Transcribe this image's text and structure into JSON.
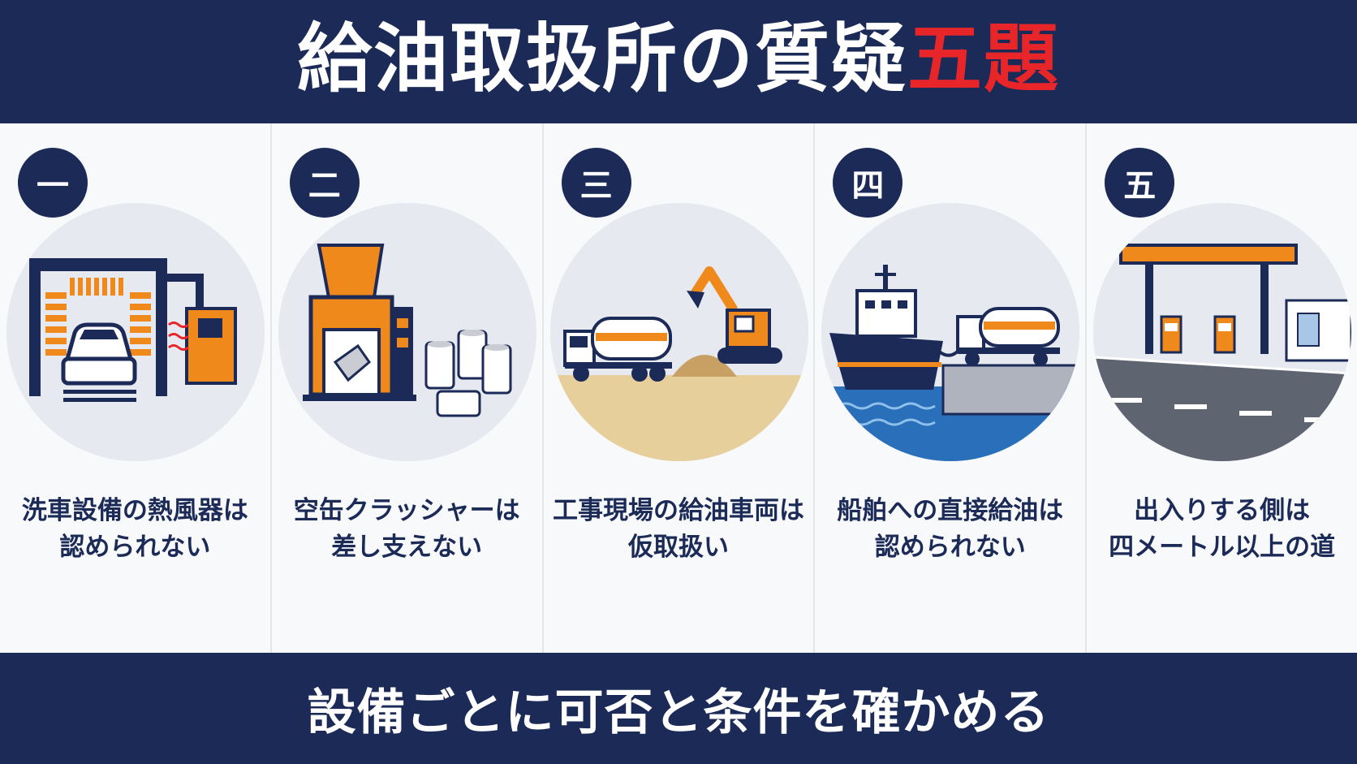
{
  "header": {
    "title_main": "給油取扱所の質疑",
    "title_accent": "五題"
  },
  "colors": {
    "navy": "#1b2a57",
    "accent_red": "#e8262a",
    "orange": "#f0891b"
  },
  "panels": [
    {
      "number": "一",
      "icon": "car-wash-icon",
      "caption_line1": "洗車設備の熱風器は",
      "caption_line2": "認められない"
    },
    {
      "number": "二",
      "icon": "can-crusher-icon",
      "caption_line1": "空缶クラッシャーは",
      "caption_line2": "差し支えない"
    },
    {
      "number": "三",
      "icon": "tank-truck-excavator-icon",
      "caption_line1": "工事現場の給油車両は",
      "caption_line2": "仮取扱い"
    },
    {
      "number": "四",
      "icon": "ship-refuel-icon",
      "caption_line1": "船舶への直接給油は",
      "caption_line2": "認められない"
    },
    {
      "number": "五",
      "icon": "gas-station-icon",
      "caption_line1": "出入りする側は",
      "caption_line2": "四メートル以上の道"
    }
  ],
  "footer": {
    "text": "設備ごとに可否と条件を確かめる"
  }
}
